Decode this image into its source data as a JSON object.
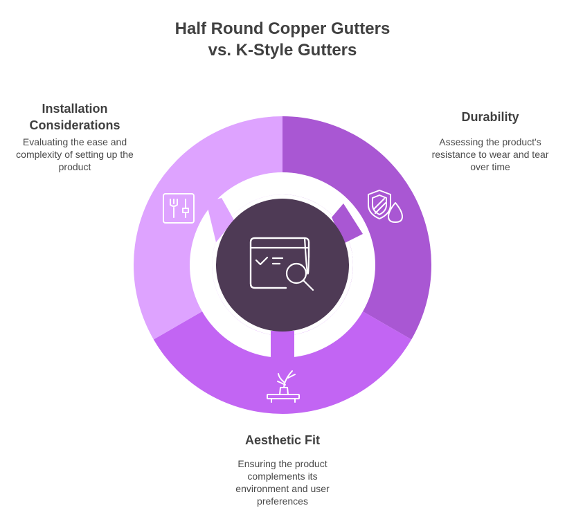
{
  "title": {
    "line1": "Half Round Copper Gutters",
    "line2": "vs. K-Style Gutters"
  },
  "segments": [
    {
      "heading": "Durability",
      "description": "Assessing the product's resistance to wear and tear over time",
      "color": "#a957d3",
      "icon": "shield-droplet-icon"
    },
    {
      "heading": "Aesthetic Fit",
      "description": "Ensuring the product complements its environment and user preferences",
      "color": "#c265f3",
      "icon": "plant-shelf-icon"
    },
    {
      "heading_line1": "Installation",
      "heading_line2": "Considerations",
      "description": "Evaluating the ease and complexity of setting up the product",
      "color": "#dea3ff",
      "icon": "tools-panel-icon"
    }
  ],
  "center": {
    "color": "#4e3a55",
    "icon": "checklist-search-icon"
  }
}
